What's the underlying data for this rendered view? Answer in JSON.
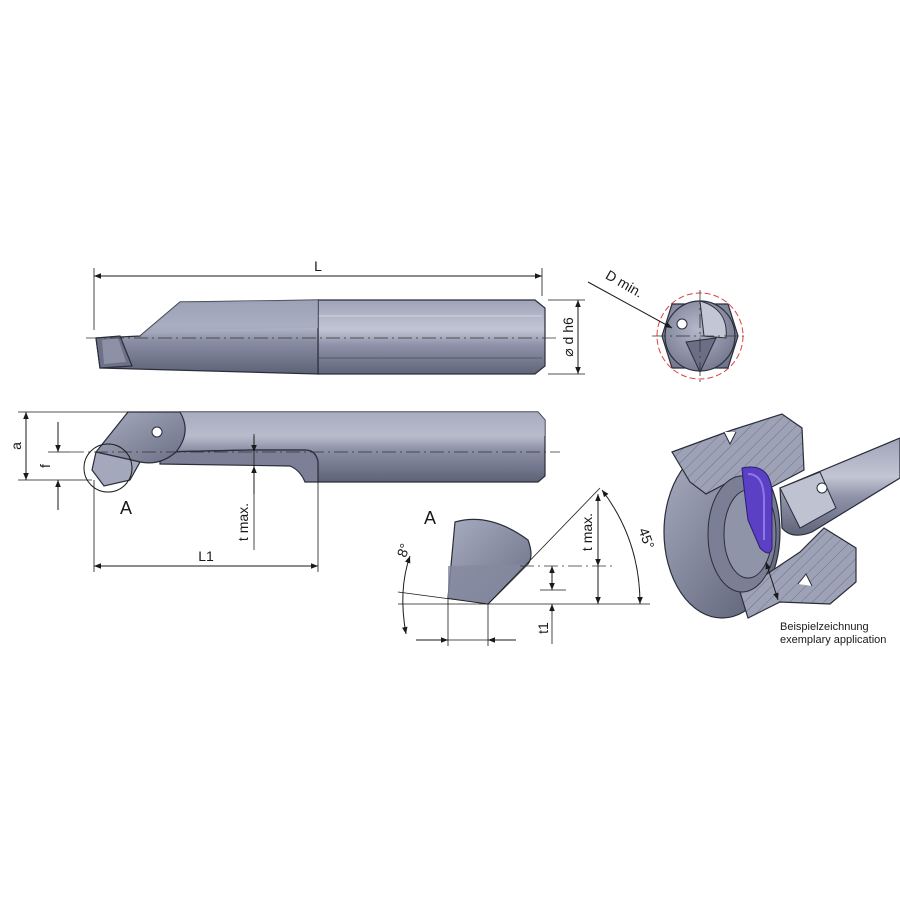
{
  "labels": {
    "L": "L",
    "L1": "L1",
    "a": "a",
    "f": "f",
    "d_h6": "⌀ d h6",
    "D_min": "D min.",
    "t_max_top": "t max.",
    "t_max_detail": "t max.",
    "detail_A_main": "A",
    "detail_A_view": "A",
    "angle_8": "8°",
    "angle_45": "45°",
    "t1": "t1",
    "caption_de": "Beispielzeichnung",
    "caption_en": "exemplary application"
  },
  "colors": {
    "steel_light": "#9a9fb4",
    "steel_mid": "#7d8299",
    "steel_dark": "#5b6075",
    "steel_shadow": "#3e4254",
    "highlight": "#d8dbe6",
    "purple_chip": "#5b3fc4",
    "reference_circle": "#e04040",
    "dimension": "#1a1a1a"
  }
}
